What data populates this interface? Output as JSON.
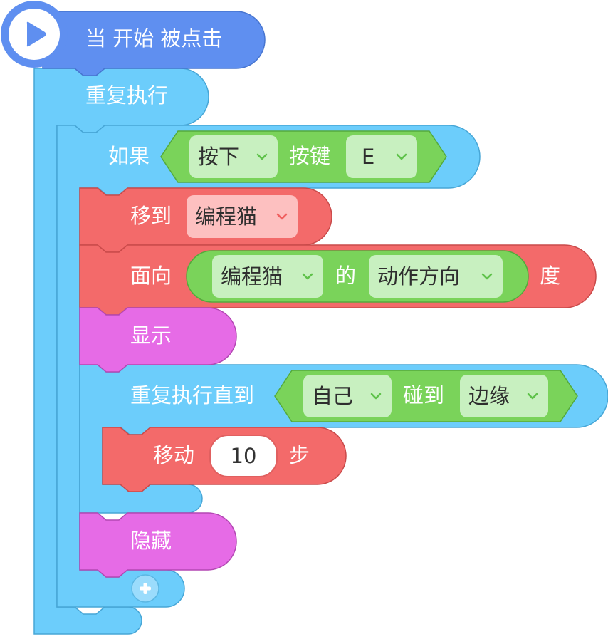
{
  "colors": {
    "event": "#5f8ff0",
    "control": "#6ccdfb",
    "sensing": "#7ad35a",
    "action": "#f36a6a",
    "looks": "#e66be6"
  },
  "icons": {
    "start": "play-icon",
    "dropdown": "chevron-down-icon",
    "add": "plus-icon"
  },
  "event_block": {
    "label": "当 开始 被点击"
  },
  "repeat_block": {
    "label": "重复执行"
  },
  "if_block": {
    "label": "如果",
    "condition": {
      "mode": "按下",
      "key_label": "按键",
      "key": "E"
    }
  },
  "move_to_block": {
    "label": "移到",
    "target": "编程猫"
  },
  "face_block": {
    "label": "面向",
    "sprite": "编程猫",
    "of_label": "的",
    "property": "动作方向",
    "unit_label": "度"
  },
  "show_block": {
    "label": "显示"
  },
  "repeat_until_block": {
    "label": "重复执行直到",
    "condition": {
      "subject": "自己",
      "verb": "碰到",
      "object": "边缘"
    }
  },
  "move_block": {
    "label": "移动",
    "steps": "10",
    "unit_label": "步"
  },
  "hide_block": {
    "label": "隐藏"
  }
}
